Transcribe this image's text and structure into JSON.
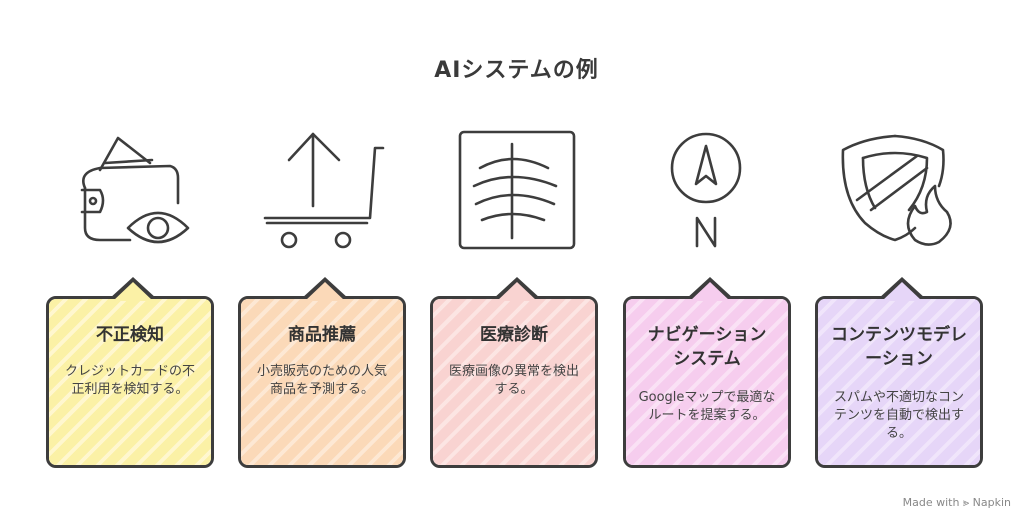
{
  "title": "AIシステムの例",
  "cards": [
    {
      "title": "不正検知",
      "desc": "クレジットカードの不正利用を検知する。",
      "icon": "wallet-eye-icon",
      "fill": "#fbf1a6",
      "fill2": "#fff6c8"
    },
    {
      "title": "商品推薦",
      "desc": "小売販売のための人気商品を予測する。",
      "icon": "cart-arrow-icon",
      "fill": "#fbd9b8",
      "fill2": "#fde6cf"
    },
    {
      "title": "医療診断",
      "desc": "医療画像の異常を検出する。",
      "icon": "xray-icon",
      "fill": "#f9d3d1",
      "fill2": "#fce3e1"
    },
    {
      "title": "ナビゲーションシステム",
      "desc": "Googleマップで最適なルートを提案する。",
      "icon": "compass-icon",
      "fill": "#f6cdee",
      "fill2": "#fadff4"
    },
    {
      "title": "コンテンツモデレーション",
      "desc": "スパムや不適切なコンテンツを自動で検出する。",
      "icon": "shield-flame-icon",
      "fill": "#e6d6f8",
      "fill2": "#efe3fb"
    }
  ],
  "watermark": "Made with ⪢ Napkin"
}
